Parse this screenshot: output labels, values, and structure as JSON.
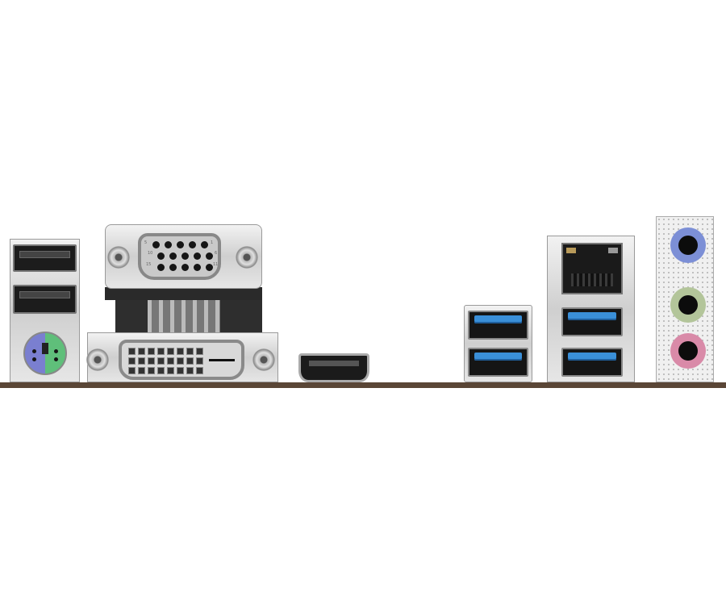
{
  "colors": {
    "board": "#5a4636",
    "usb3_blue": "#3a8fd8",
    "ps2_mouse": "#7a7fd0",
    "ps2_keyboard": "#5fbf7a",
    "audio_line_in": "#7c8fd6",
    "audio_line_out": "#b3c59a",
    "audio_mic": "#d98aa8"
  },
  "vga": {
    "pin_labels": [
      "5",
      "1",
      "10",
      "6",
      "15",
      "11"
    ]
  },
  "ports": [
    "usb2",
    "usb2",
    "ps2",
    "vga",
    "dvi",
    "hdmi",
    "usb3",
    "usb3",
    "rj45",
    "usb3",
    "usb3",
    "audio-line-in",
    "audio-line-out",
    "audio-mic"
  ]
}
